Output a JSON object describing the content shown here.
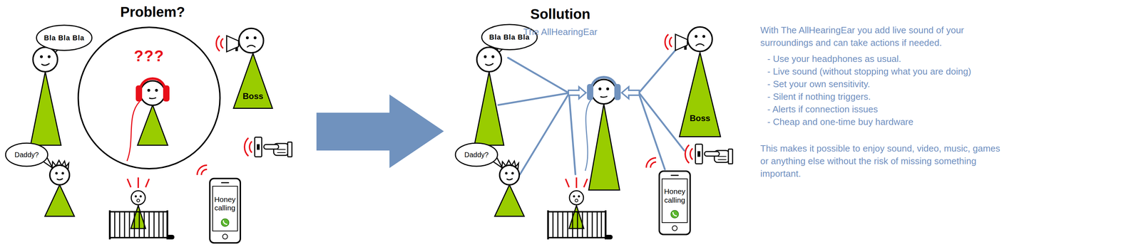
{
  "diagram": {
    "nodes": [
      {
        "text": [
          "Bla Bla Bla"
        ]
      },
      {
        "text": [
          "???"
        ]
      },
      {
        "text": [
          "Boss"
        ]
      },
      {
        "text": [
          "Daddy?"
        ]
      },
      {
        "text": [
          "Honey calling"
        ]
      },
      {
        "text": [
          "Bla Bla Bla"
        ]
      },
      {
        "text": [
          "Boss"
        ]
      },
      {
        "text": [
          "Daddy?"
        ]
      },
      {
        "text": [
          "Honey calling"
        ]
      }
    ],
    "labels": [
      "Problem?",
      "Sollution",
      "The AllHearingEar",
      "With The AllHearingEar you add live sound of your surroundings and can take actions if needed.",
      "- Use your headphones as usual.",
      "- Live sound (without stopping what you are doing)",
      "- Set your own sensitivity.",
      "- Silent if nothing triggers.",
      "- Alerts if connection issues",
      "- Cheap and one-time buy hardware",
      "This makes it possible to enjoy sound, video, music, games or anything else without the risk of missing something important."
    ]
  }
}
